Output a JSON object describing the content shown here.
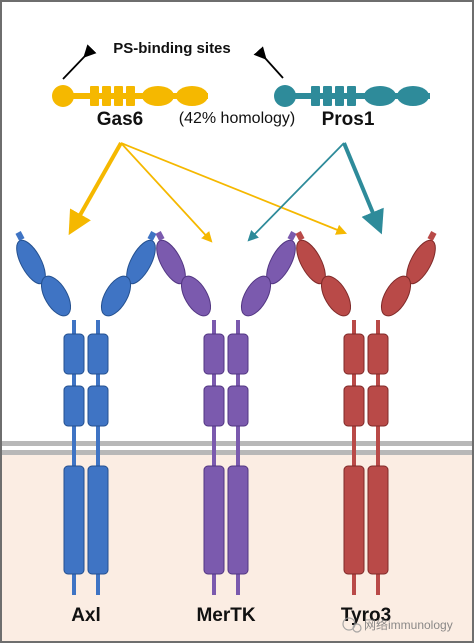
{
  "labels": {
    "ps_binding": "PS-binding sites",
    "gas6": "Gas6",
    "pros1": "Pros1",
    "homology": "(42% homology)"
  },
  "receptors": [
    {
      "name": "Axl",
      "color": "#3F74C4",
      "dark": "#24508F"
    },
    {
      "name": "MerTK",
      "color": "#7B5AAE",
      "dark": "#523682"
    },
    {
      "name": "Tyro3",
      "color": "#B94A48",
      "dark": "#7F2A29"
    }
  ],
  "ligands": {
    "gas6_color": "#F5B800",
    "pros1_color": "#2E8B9A"
  },
  "watermark": "网络immunology",
  "colors": {
    "membrane": "#B8B8B8",
    "cytoplasm": "#FBEDE3",
    "frame": "#6E6E6E"
  }
}
